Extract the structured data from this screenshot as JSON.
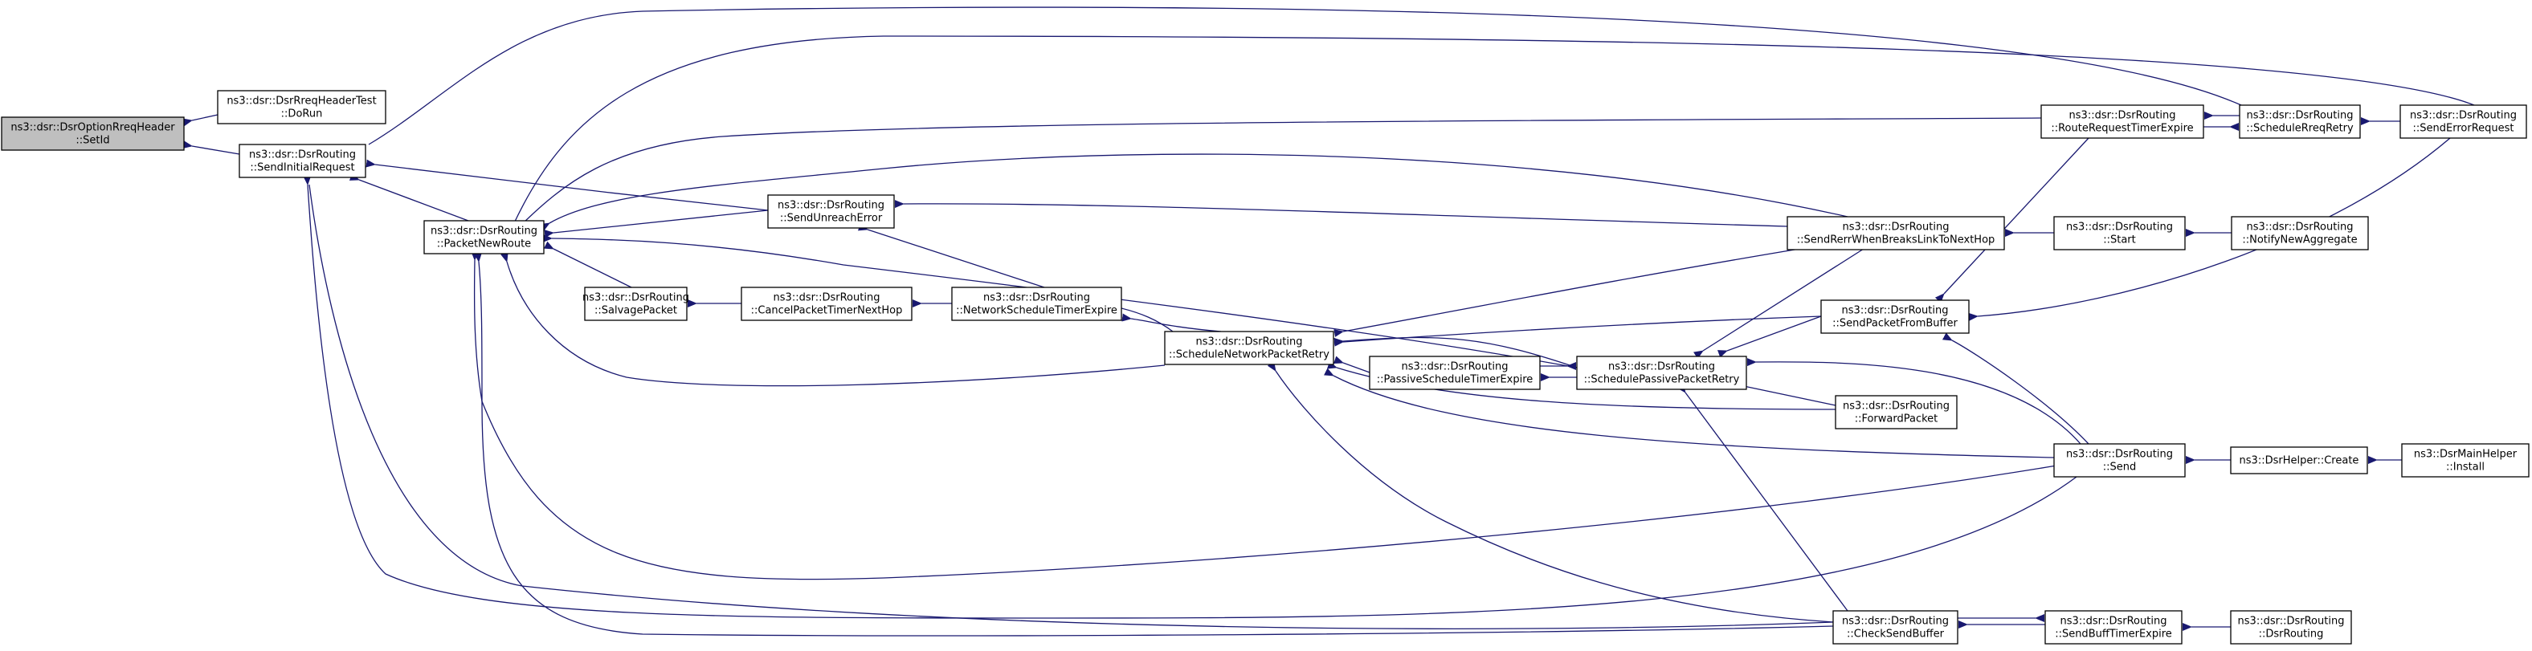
{
  "colors": {
    "edge": "#191970",
    "node_fill": "#ffffff",
    "focus_fill": "#bfbfbf",
    "node_border": "#000000"
  },
  "nodes": [
    {
      "id": "setid",
      "lines": [
        "ns3::dsr::DsrOptionRreqHeader",
        "::SetId"
      ],
      "focus": true
    },
    {
      "id": "dorun",
      "lines": [
        "ns3::dsr::DsrRreqHeaderTest",
        "::DoRun"
      ]
    },
    {
      "id": "sendinit",
      "lines": [
        "ns3::dsr::DsrRouting",
        "::SendInitialRequest"
      ]
    },
    {
      "id": "pktnew",
      "lines": [
        "ns3::dsr::DsrRouting",
        "::PacketNewRoute"
      ]
    },
    {
      "id": "salvage",
      "lines": [
        "ns3::dsr::DsrRouting",
        "::SalvagePacket"
      ]
    },
    {
      "id": "cancelpkt",
      "lines": [
        "ns3::dsr::DsrRouting",
        "::CancelPacketTimerNextHop"
      ]
    },
    {
      "id": "sendunreach",
      "lines": [
        "ns3::dsr::DsrRouting",
        "::SendUnreachError"
      ]
    },
    {
      "id": "netsched",
      "lines": [
        "ns3::dsr::DsrRouting",
        "::NetworkScheduleTimerExpire"
      ]
    },
    {
      "id": "schednet",
      "lines": [
        "ns3::dsr::DsrRouting",
        "::ScheduleNetworkPacketRetry"
      ]
    },
    {
      "id": "passched",
      "lines": [
        "ns3::dsr::DsrRouting",
        "::PassiveScheduleTimerExpire"
      ]
    },
    {
      "id": "schedpass",
      "lines": [
        "ns3::dsr::DsrRouting",
        "::SchedulePassivePacketRetry"
      ]
    },
    {
      "id": "senderr_break",
      "lines": [
        "ns3::dsr::DsrRouting",
        "::SendRerrWhenBreaksLinkToNextHop"
      ]
    },
    {
      "id": "sendpktbuf",
      "lines": [
        "ns3::dsr::DsrRouting",
        "::SendPacketFromBuffer"
      ]
    },
    {
      "id": "forward",
      "lines": [
        "ns3::dsr::DsrRouting",
        "::ForwardPacket"
      ]
    },
    {
      "id": "checkbuf",
      "lines": [
        "ns3::dsr::DsrRouting",
        "::CheckSendBuffer"
      ]
    },
    {
      "id": "routereqtimer",
      "lines": [
        "ns3::dsr::DsrRouting",
        "::RouteRequestTimerExpire"
      ]
    },
    {
      "id": "start",
      "lines": [
        "ns3::dsr::DsrRouting",
        "::Start"
      ]
    },
    {
      "id": "send",
      "lines": [
        "ns3::dsr::DsrRouting",
        "::Send"
      ]
    },
    {
      "id": "sendbufftimer",
      "lines": [
        "ns3::dsr::DsrRouting",
        "::SendBuffTimerExpire"
      ]
    },
    {
      "id": "schedrreq",
      "lines": [
        "ns3::dsr::DsrRouting",
        "::ScheduleRreqRetry"
      ]
    },
    {
      "id": "notifyagg",
      "lines": [
        "ns3::dsr::DsrRouting",
        "::NotifyNewAggregate"
      ]
    },
    {
      "id": "helpercreate",
      "lines": [
        "ns3::DsrHelper::Create"
      ]
    },
    {
      "id": "dsrrouting",
      "lines": [
        "ns3::dsr::DsrRouting",
        "::DsrRouting"
      ]
    },
    {
      "id": "senderrreq",
      "lines": [
        "ns3::dsr::DsrRouting",
        "::SendErrorRequest"
      ]
    },
    {
      "id": "install",
      "lines": [
        "ns3::DsrMainHelper",
        "::Install"
      ]
    }
  ]
}
